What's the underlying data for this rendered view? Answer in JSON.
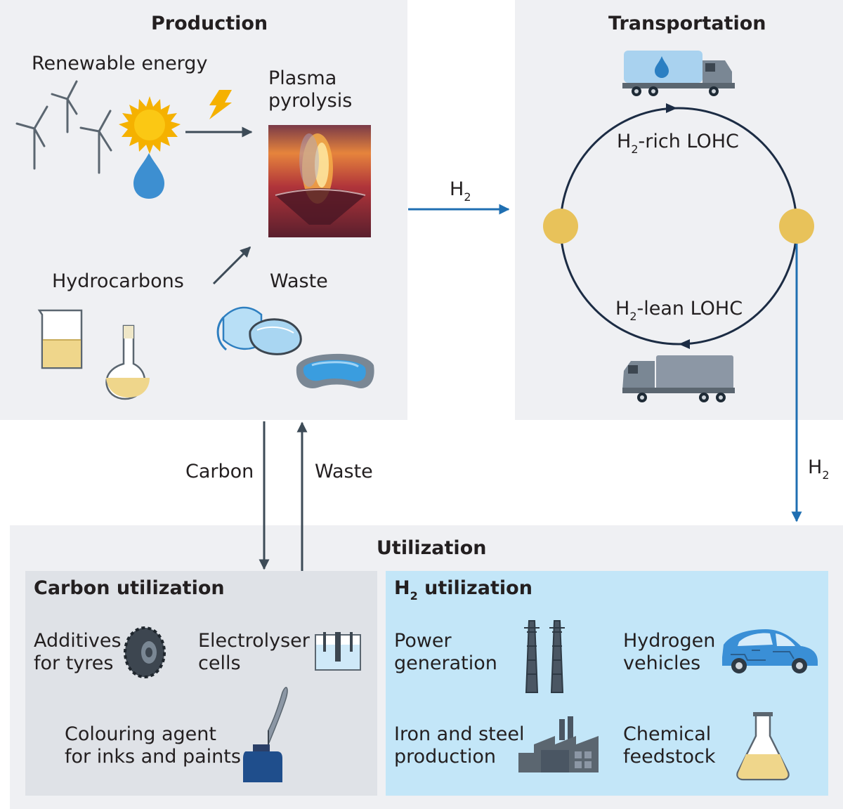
{
  "production": {
    "title": "Production",
    "renewable_energy": "Renewable energy",
    "plasma_pyrolysis": "Plasma\npyrolysis",
    "hydrocarbons": "Hydrocarbons",
    "waste": "Waste"
  },
  "transportation": {
    "title": "Transportation",
    "rich_label": "-rich LOHC",
    "lean_label": "-lean LOHC"
  },
  "flows": {
    "h2_symbol": "H",
    "h2_subscript": "2",
    "carbon": "Carbon",
    "waste": "Waste"
  },
  "utilization": {
    "title": "Utilization",
    "carbon": {
      "title": "Carbon utilization",
      "additives": "Additives\nfor tyres",
      "electrolyser": "Electrolyser\ncells",
      "colouring": "Colouring agent\nfor inks and paints"
    },
    "h2": {
      "title_suffix": " utilization",
      "power": "Power\ngeneration",
      "vehicles": "Hydrogen\nvehicles",
      "steel": "Iron and steel\nproduction",
      "chemical": "Chemical\nfeedstock"
    }
  },
  "colors": {
    "panel_bg": "#eff0f3",
    "carbon_bg": "#dfe2e7",
    "h2_bg": "#c3e6f8",
    "h2_arrow": "#1f6fb2",
    "dark_arrow": "#3d4b57",
    "lohc_node": "#e8c25a",
    "loop": "#1c2c44"
  }
}
